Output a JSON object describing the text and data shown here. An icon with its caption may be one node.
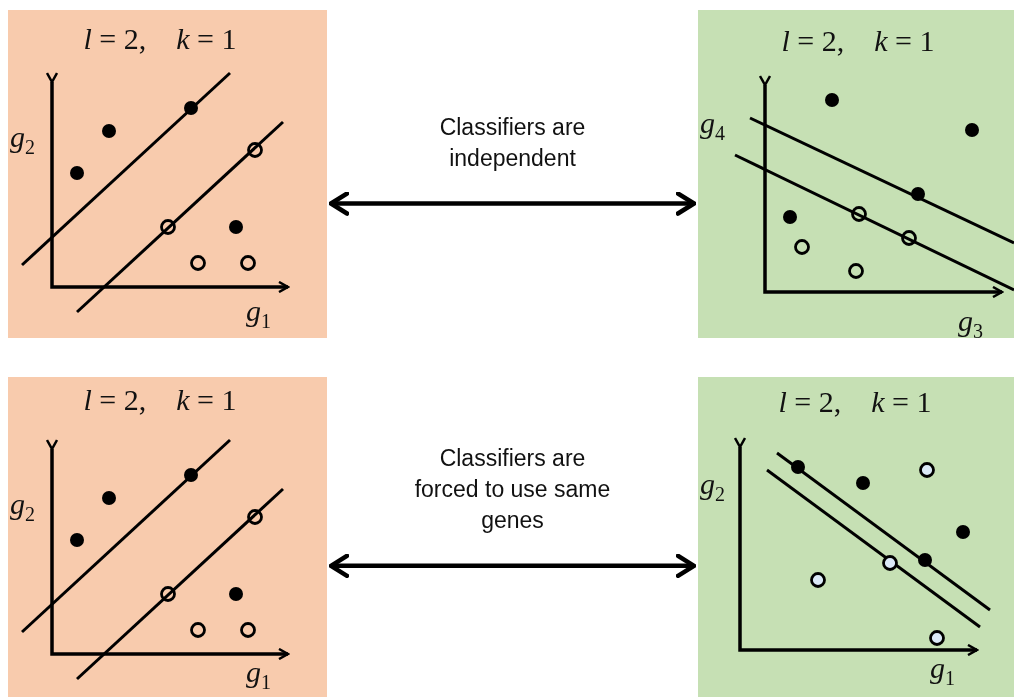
{
  "diagram": {
    "nodes": [
      {
        "text": [
          "*l* = 2,    *k* = 1",
          "*g*$_{2}$",
          "*g*$_{1}$"
        ]
      },
      {
        "text": [
          "*l* = 2,    *k* = 1",
          "*g*$_{4}$",
          "*g*$_{3}$"
        ]
      },
      {
        "text": [
          "*l* = 2,    *k* = 1",
          "*g*$_{2}$",
          "*g*$_{1}$"
        ]
      },
      {
        "text": [
          "*l* = 2,    *k* = 1",
          "*g*$_{2}$",
          "*g*$_{1}$"
        ]
      }
    ],
    "edges": [
      {
        "from": 0,
        "to": 1,
        "arrow": "both",
        "label": "Classifiers are independent"
      },
      {
        "from": 2,
        "to": 3,
        "arrow": "both",
        "label": "Classifiers are forced to use same genes"
      }
    ]
  }
}
